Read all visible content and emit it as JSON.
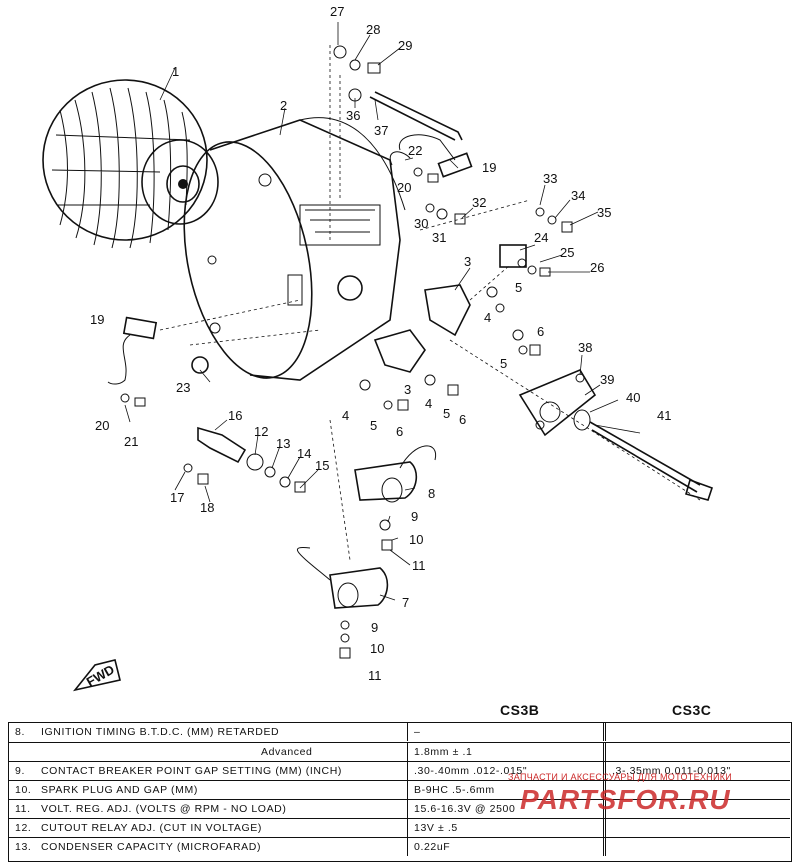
{
  "diagram": {
    "fwd_mark": "FWD",
    "callouts": [
      "1",
      "2",
      "27",
      "28",
      "29",
      "36",
      "37",
      "22",
      "20",
      "19",
      "33",
      "34",
      "35",
      "32",
      "30",
      "31",
      "24",
      "25",
      "26",
      "3",
      "5",
      "4",
      "6",
      "5",
      "38",
      "39",
      "40",
      "41",
      "19",
      "20",
      "21",
      "23",
      "16",
      "12",
      "13",
      "14",
      "15",
      "17",
      "18",
      "4",
      "5",
      "6",
      "3",
      "4",
      "5",
      "6",
      "8",
      "9",
      "10",
      "11",
      "7",
      "9",
      "10",
      "11"
    ]
  },
  "table": {
    "col_headers": [
      "CS3B",
      "CS3C"
    ],
    "rows": [
      {
        "num": "8.",
        "label": "IGNITION TIMING B.T.D.C. (mm) Retarded",
        "b": "–",
        "c": ""
      },
      {
        "num": "",
        "label": "Advanced",
        "b": "1.8mm ± .1",
        "c": ""
      },
      {
        "num": "9.",
        "label": "CONTACT BREAKER POINT GAP SETTING (mm) (Inch)",
        "b": ".30-.40mm .012-.015\"",
        "c": ".3-.35mm 0.011-0.013\""
      },
      {
        "num": "10.",
        "label": "SPARK PLUG AND GAP (mm)",
        "b": "B-9HC .5-.6mm",
        "c": ""
      },
      {
        "num": "11.",
        "label": "VOLT. REG. ADJ. (Volts @ rpm - no load)",
        "b": "15.6-16.3V @ 2500",
        "c": ""
      },
      {
        "num": "12.",
        "label": "CUTOUT RELAY ADJ. (Cut in voltage)",
        "b": "13V ± .5",
        "c": ""
      },
      {
        "num": "13.",
        "label": "CONDENSER CAPACITY (Microfarad)",
        "b": "0.22uF",
        "c": ""
      }
    ]
  },
  "watermark": {
    "caption": "ЗАПЧАСТИ И АКСЕССУАРЫ ДЛЯ МОТОТЕХНИКИ",
    "brand": "PARTSFOR.RU",
    "color": "#cc2a2a"
  }
}
